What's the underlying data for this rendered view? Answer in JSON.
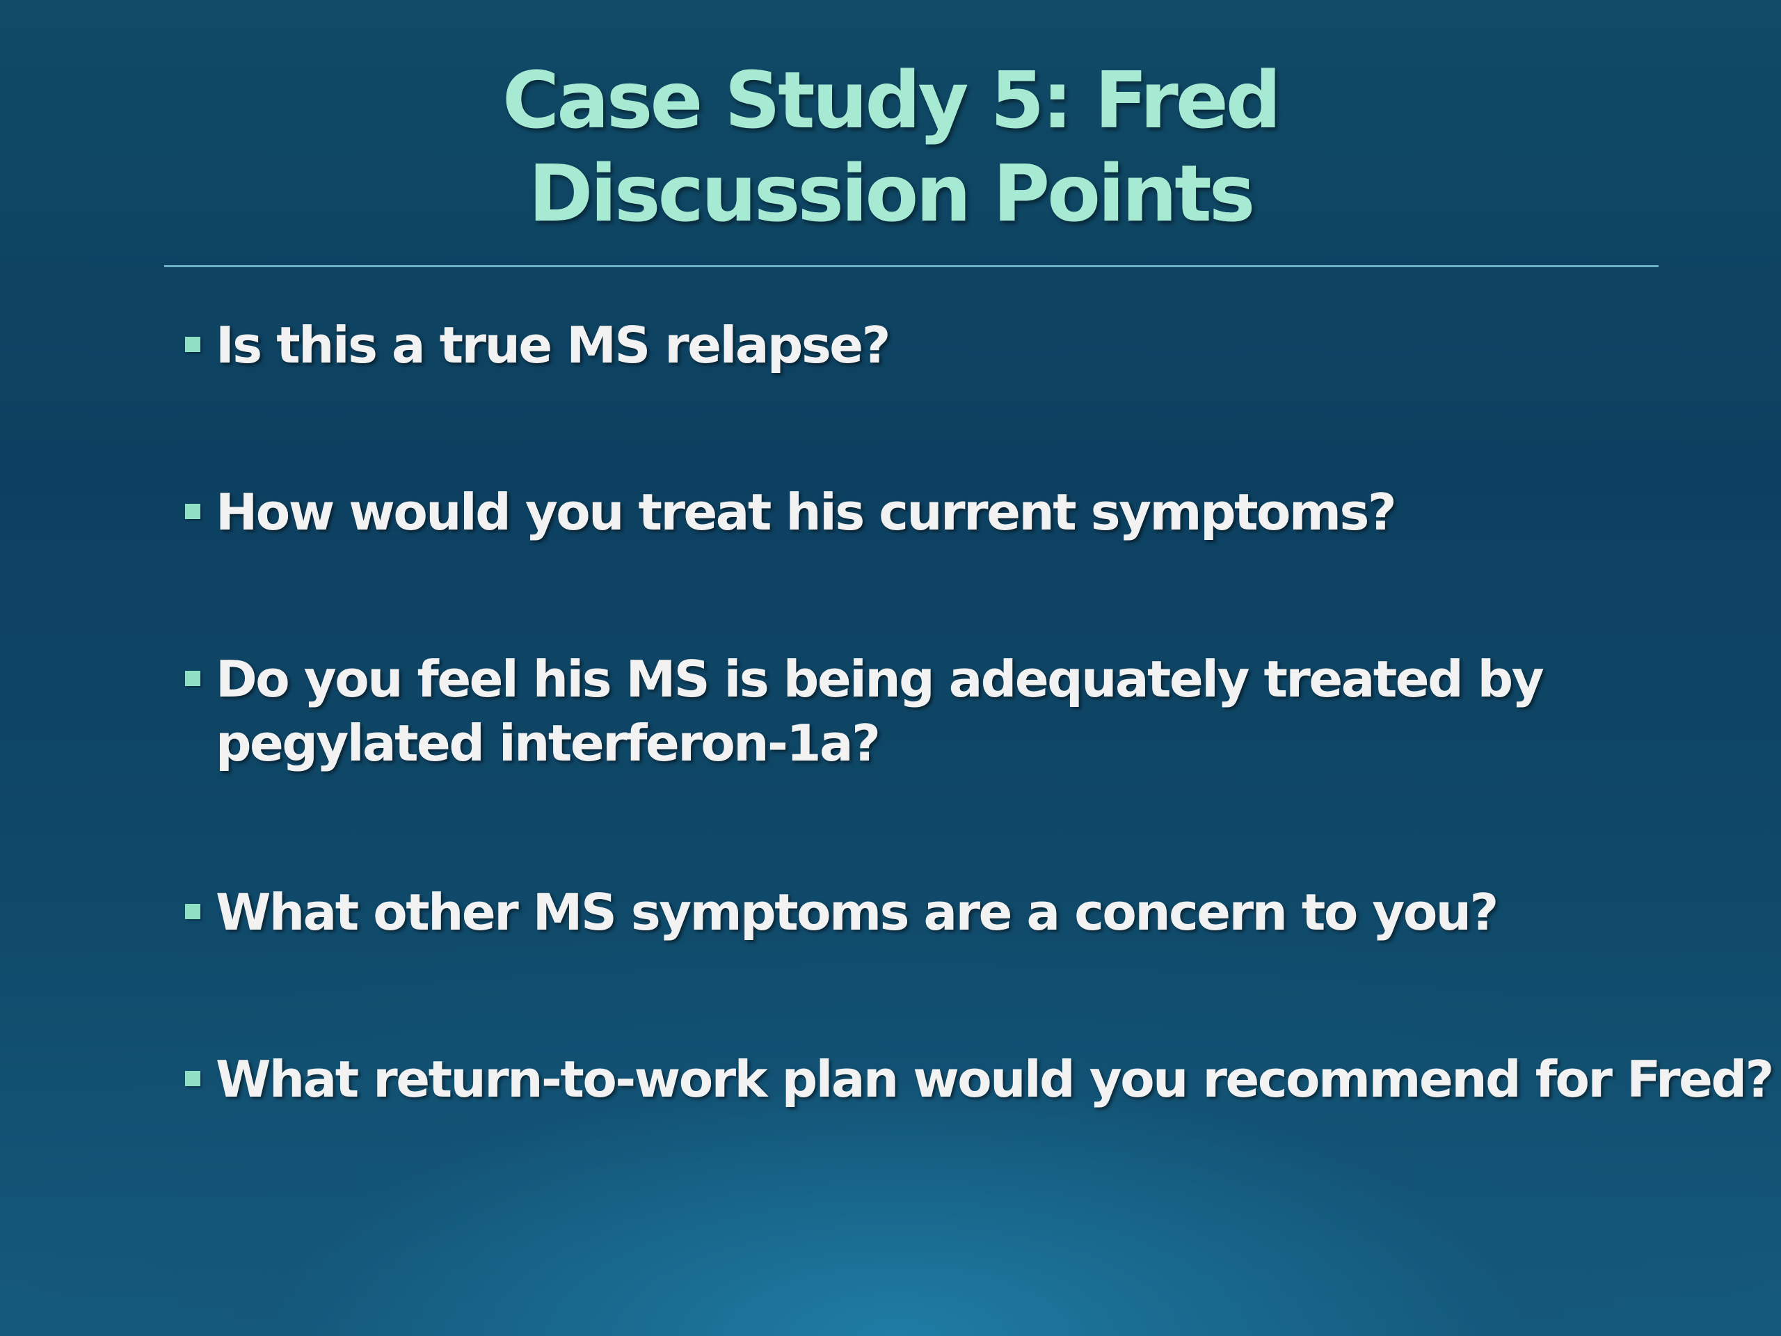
{
  "slide": {
    "title_line1": "Case Study 5: Fred",
    "title_line2": "Discussion Points",
    "bullets": [
      {
        "lines": [
          "Is this a true MS relapse?"
        ]
      },
      {
        "lines": [
          "How would you treat his current symptoms?"
        ]
      },
      {
        "lines": [
          "Do you feel his MS is being adequately treated by",
          "pegylated interferon-1a?"
        ]
      },
      {
        "lines": [
          "What other MS symptoms are a concern to you?"
        ]
      },
      {
        "lines": [
          "What return-to-work plan would you recommend for Fred?"
        ]
      }
    ],
    "colors": {
      "title": "#a7ead4",
      "bullet_text": "#f2f2f2",
      "bullet_marker": "#8fe0c4",
      "divider": "#7ec4d8",
      "background": "#0d4060"
    },
    "bullet_icon": "square-bullet-icon"
  }
}
